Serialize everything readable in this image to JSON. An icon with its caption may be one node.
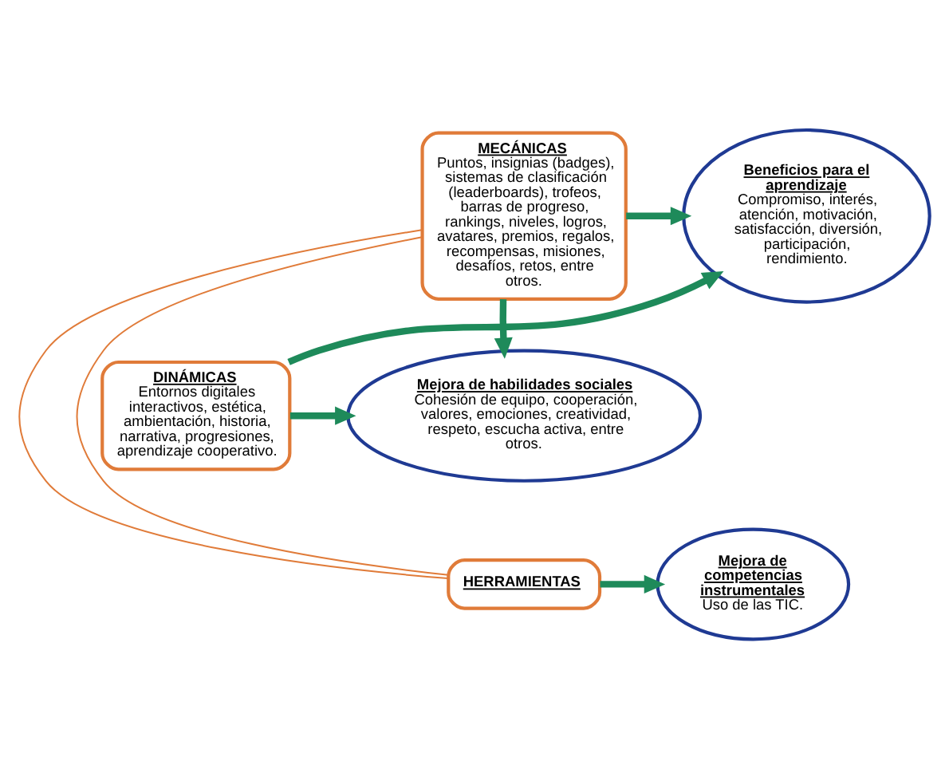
{
  "diagram": {
    "nodes": [
      {
        "text": [
          "MECÁNICAS",
          "Puntos, insignias (badges), sistemas de clasificación (leaderboards), trofeos, barras de progreso, rankings, niveles, logros, avatares, premios, regalos, recompensas, misiones, desafíos, retos, entre otros."
        ]
      },
      {
        "text": [
          "Beneficios para el aprendizaje",
          "Compromiso, interés, atención, motivación, satisfacción, diversión, participación, rendimiento."
        ]
      },
      {
        "text": [
          "Mejora de habilidades sociales",
          "Cohesión de equipo, cooperación, valores, emociones, creatividad, respeto, escucha activa, entre otros."
        ]
      },
      {
        "text": [
          "DINÁMICAS",
          "Entornos digitales interactivos, estética, ambientación, historia, narrativa, progresiones, aprendizaje cooperativo."
        ]
      },
      {
        "text": [
          "HERRAMIENTAS"
        ]
      },
      {
        "text": [
          "Mejora de competencias instrumentales",
          "Uso de las TIC."
        ]
      }
    ],
    "edges": [
      {
        "from": 0,
        "to": 1,
        "arrow": "to"
      },
      {
        "from": 0,
        "to": 2,
        "arrow": "to"
      },
      {
        "from": 3,
        "to": 1,
        "arrow": "to"
      },
      {
        "from": 3,
        "to": 2,
        "arrow": "to"
      },
      {
        "from": 4,
        "to": 5,
        "arrow": "to"
      },
      {
        "from": 0,
        "to": 4,
        "arrow": "none",
        "color": "#e07b39"
      },
      {
        "from": 0,
        "to": 4,
        "arrow": "none",
        "color": "#e07b39"
      }
    ]
  }
}
